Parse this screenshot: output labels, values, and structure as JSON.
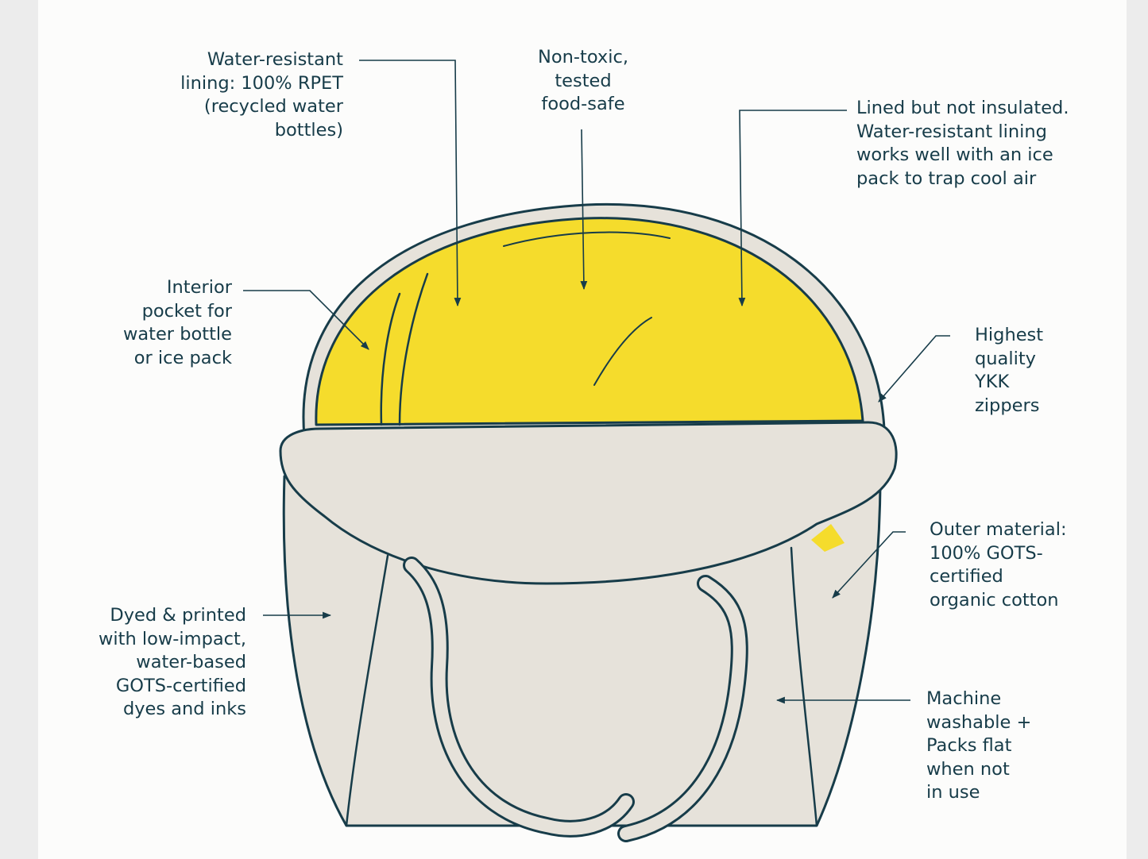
{
  "colors": {
    "ink": "#173c49",
    "canvas": "#e6e2da",
    "lining_yellow": "#f5dc2c",
    "background": "#fcfcfb"
  },
  "callouts": [
    {
      "id": "lining",
      "lines": [
        "Water-resistant",
        "lining: 100% RPET",
        "(recycled water",
        "bottles)"
      ]
    },
    {
      "id": "nontoxic",
      "lines": [
        "Non-toxic,",
        "tested",
        "food-safe"
      ]
    },
    {
      "id": "lined",
      "lines": [
        "Lined but not insulated.",
        "Water-resistant lining",
        "works well with an ice",
        "pack to trap cool air"
      ]
    },
    {
      "id": "pocket",
      "lines": [
        "Interior",
        "pocket for",
        "water bottle",
        "or ice pack"
      ]
    },
    {
      "id": "zippers",
      "lines": [
        "Highest",
        "quality",
        "YKK",
        "zippers"
      ]
    },
    {
      "id": "outer",
      "lines": [
        "Outer material:",
        "100% GOTS-",
        "certified",
        "organic cotton"
      ]
    },
    {
      "id": "dyed",
      "lines": [
        "Dyed & printed",
        "with low-impact,",
        "water-based",
        "GOTS-certified",
        "dyes and inks"
      ]
    },
    {
      "id": "washable",
      "lines": [
        "Machine",
        "washable +",
        "Packs flat",
        "when not",
        "in use"
      ]
    }
  ]
}
